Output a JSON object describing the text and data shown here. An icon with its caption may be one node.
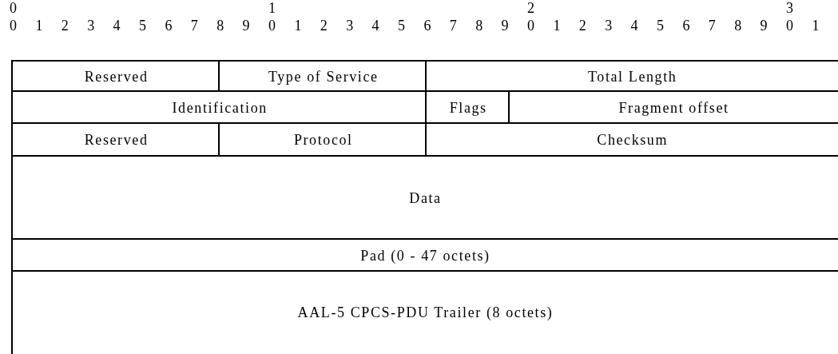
{
  "diagram": {
    "nodes": [
      {
        "text": [
          "Reserved"
        ]
      },
      {
        "text": [
          "Type of Service"
        ]
      },
      {
        "text": [
          "Total Length"
        ]
      },
      {
        "text": [
          "Identification"
        ]
      },
      {
        "text": [
          "Flags"
        ]
      },
      {
        "text": [
          "Fragment offset"
        ]
      },
      {
        "text": [
          "Reserved"
        ]
      },
      {
        "text": [
          "Protocol"
        ]
      },
      {
        "text": [
          "Checksum"
        ]
      },
      {
        "text": [
          "Data"
        ]
      },
      {
        "text": [
          "Pad (0 - 47 octets)"
        ]
      },
      {
        "text": [
          "AAL-5 CPCS-PDU Trailer (8 octets)"
        ]
      }
    ],
    "labels": [
      "0",
      "1",
      "2",
      "3",
      "0",
      "1",
      "2",
      "3",
      "4",
      "5",
      "6",
      "7",
      "8",
      "9",
      "0",
      "1",
      "2",
      "3",
      "4",
      "5",
      "6",
      "7",
      "8",
      "9",
      "0",
      "1",
      "2",
      "3",
      "4",
      "5",
      "6",
      "7",
      "8",
      "9",
      "0",
      "1"
    ]
  }
}
